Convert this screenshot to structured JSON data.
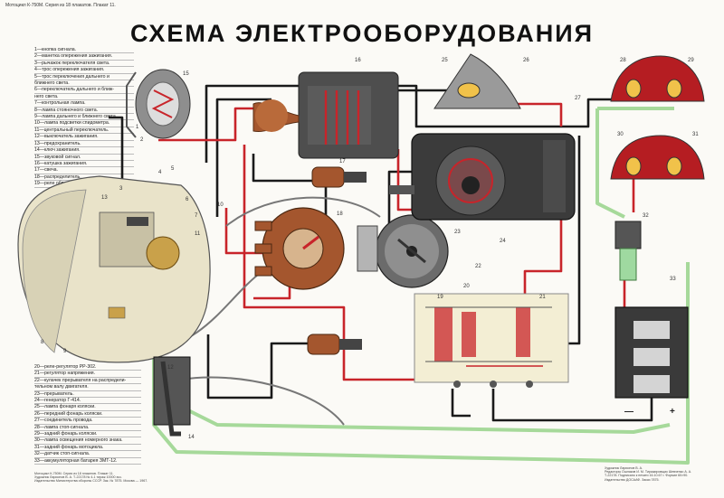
{
  "header": {
    "series_line": "Мотоцикл К-750М. Серия из 18 плакатов. Плакат 11."
  },
  "title": "СХЕМА ЭЛЕКТРООБОРУДОВАНИЯ",
  "legend_top": [
    "1—кнопка сигнала.",
    "2—манетка опережения зажигания.",
    "3—рычажок переключателя света.",
    "4—трос опережения зажигания.",
    "5—трос переключения дальнего и",
    "ближнего света.",
    "6—переключатель дальнего и ближ-",
    "него света.",
    "7—контрольная лампа.",
    "8—лампа стояночного света.",
    "9—лампа дальнего и ближнего света.",
    "10—лампа подсветки спидометра.",
    "11—центральный переключатель.",
    "12—выключатель зажигания.",
    "13—предохранитель.",
    "14—ключ зажигания.",
    "15—звуковой сигнал.",
    "16—катушка зажигания.",
    "17—свеча.",
    "18—распределитель.",
    "19—реле обратного тока."
  ],
  "legend_bottom": [
    "20—реле-регулятор РР-302.",
    "21—регулятор напряжения.",
    "22—кулачек прерывателя на распредели-",
    "тельном валу двигателя.",
    "23—прерыватель.",
    "24—генератор Г-414.",
    "25—лампа фонаря коляски.",
    "26—передний фонарь коляски.",
    "27—соединитель провода.",
    "28—лампа стоп-сигнала.",
    "29—задний фонарь коляски.",
    "30—лампа освещения номерного знака.",
    "31—задний фонарь мотоцикла.",
    "32—датчик стоп-сигнала.",
    "33—аккумуляторная батарея ЗМТ-12."
  ],
  "footer_left": [
    "Мотоцикл К-750М. Серия из 18 плакатов. Плакат 11.",
    "Художник Ларионов В. А. Т-22178 № 4-1 тираж 10000 экз.",
    "Издательство Министерства обороны СССР. Зак. № 7875. Москва — 1967."
  ],
  "footer_right": [
    "Художник Ларионов В. А.",
    "Редакторы Ошлаков И. М. Тиражировщик Шевченко А. А.",
    "Т-22178. Подписано к печати 16.10.67 г. Формат 60×90.",
    "Издательство ДОСААФ. Заказ 7875."
  ],
  "callouts": {
    "n1": "1",
    "n2": "2",
    "n3": "3",
    "n4": "4",
    "n5": "5",
    "n6": "6",
    "n7": "7",
    "n8": "8",
    "n9": "9",
    "n10": "10",
    "n11": "11",
    "n12": "12",
    "n13": "13",
    "n14": "14",
    "n15": "15",
    "n16": "16",
    "n17": "17",
    "n18": "18",
    "n19": "19",
    "n20": "20",
    "n21": "21",
    "n22": "22",
    "n23": "23",
    "n24": "24",
    "n25": "25",
    "n26": "26",
    "n27": "27",
    "n28": "28",
    "n29": "29",
    "n30": "30",
    "n31": "31",
    "n32": "32",
    "n33": "33"
  },
  "terminal_signs": {
    "minus": "—",
    "plus": "+"
  },
  "colors": {
    "wire_red": "#c8242a",
    "wire_black": "#1a1a1a",
    "wire_green": "#a6d99a",
    "wire_grey": "#666666",
    "component_brown": "#a4562e",
    "component_dark": "#3a3a3a",
    "regulator_panel": "#f3eed4",
    "headlight_fill": "#e9e3c9"
  }
}
